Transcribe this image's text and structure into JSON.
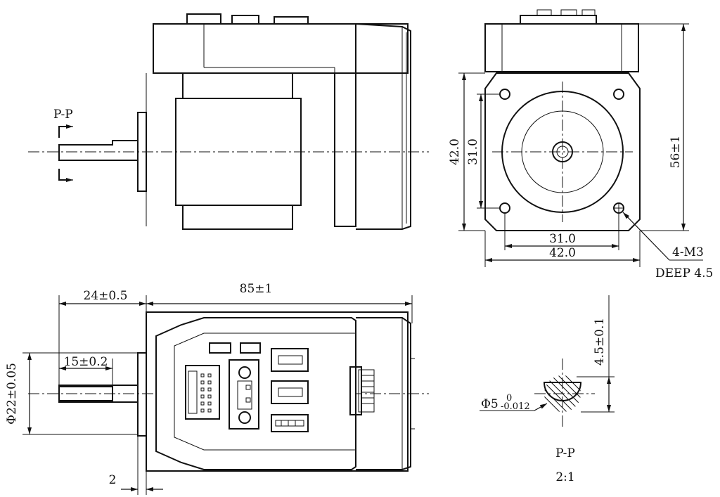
{
  "views": {
    "side": {
      "section_marker": "P-P"
    },
    "front": {
      "width_overall": "42.0",
      "width_holes": "31.0",
      "height_overall": "42.0",
      "height_holes": "31.0",
      "total_height": "56±1",
      "thread_label": "4-M3",
      "depth_label": "DEEP 4.5"
    },
    "top": {
      "shaft_length": "24±0.5",
      "body_length": "85±1",
      "flat_length": "15±0.2",
      "pilot_diameter": "Φ22±0.05",
      "flange_thickness": "2"
    },
    "detail": {
      "flat_height": "4.5±0.1",
      "shaft_diameter": "Φ5",
      "tol_upper": "0",
      "tol_lower": "-0.012",
      "title": "P-P",
      "scale": "2:1"
    }
  }
}
